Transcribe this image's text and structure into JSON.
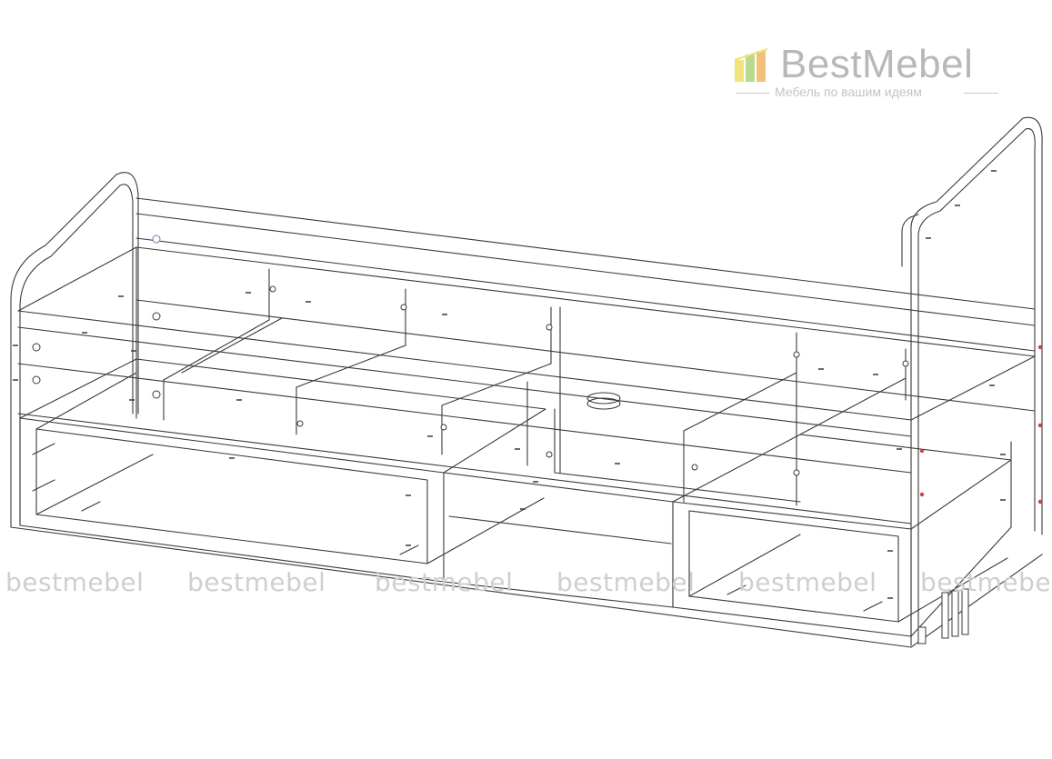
{
  "logo": {
    "brand": "BestMebel",
    "tagline": "Мебель по вашим идеям",
    "colors": {
      "bar_yellow": "#f2e27a",
      "bar_green": "#b9d98c",
      "bar_orange": "#f3c07a",
      "text_gray": "#b8b8b8"
    }
  },
  "watermarks": [
    "bestmebel",
    "bestmebel",
    "bestmebel",
    "bestmebel",
    "bestmebel",
    "bestmebel"
  ],
  "drawing": {
    "subject": "furniture-assembly-wireframe",
    "line_color": "#3a3a3a",
    "accent_marks": "#d04040"
  }
}
